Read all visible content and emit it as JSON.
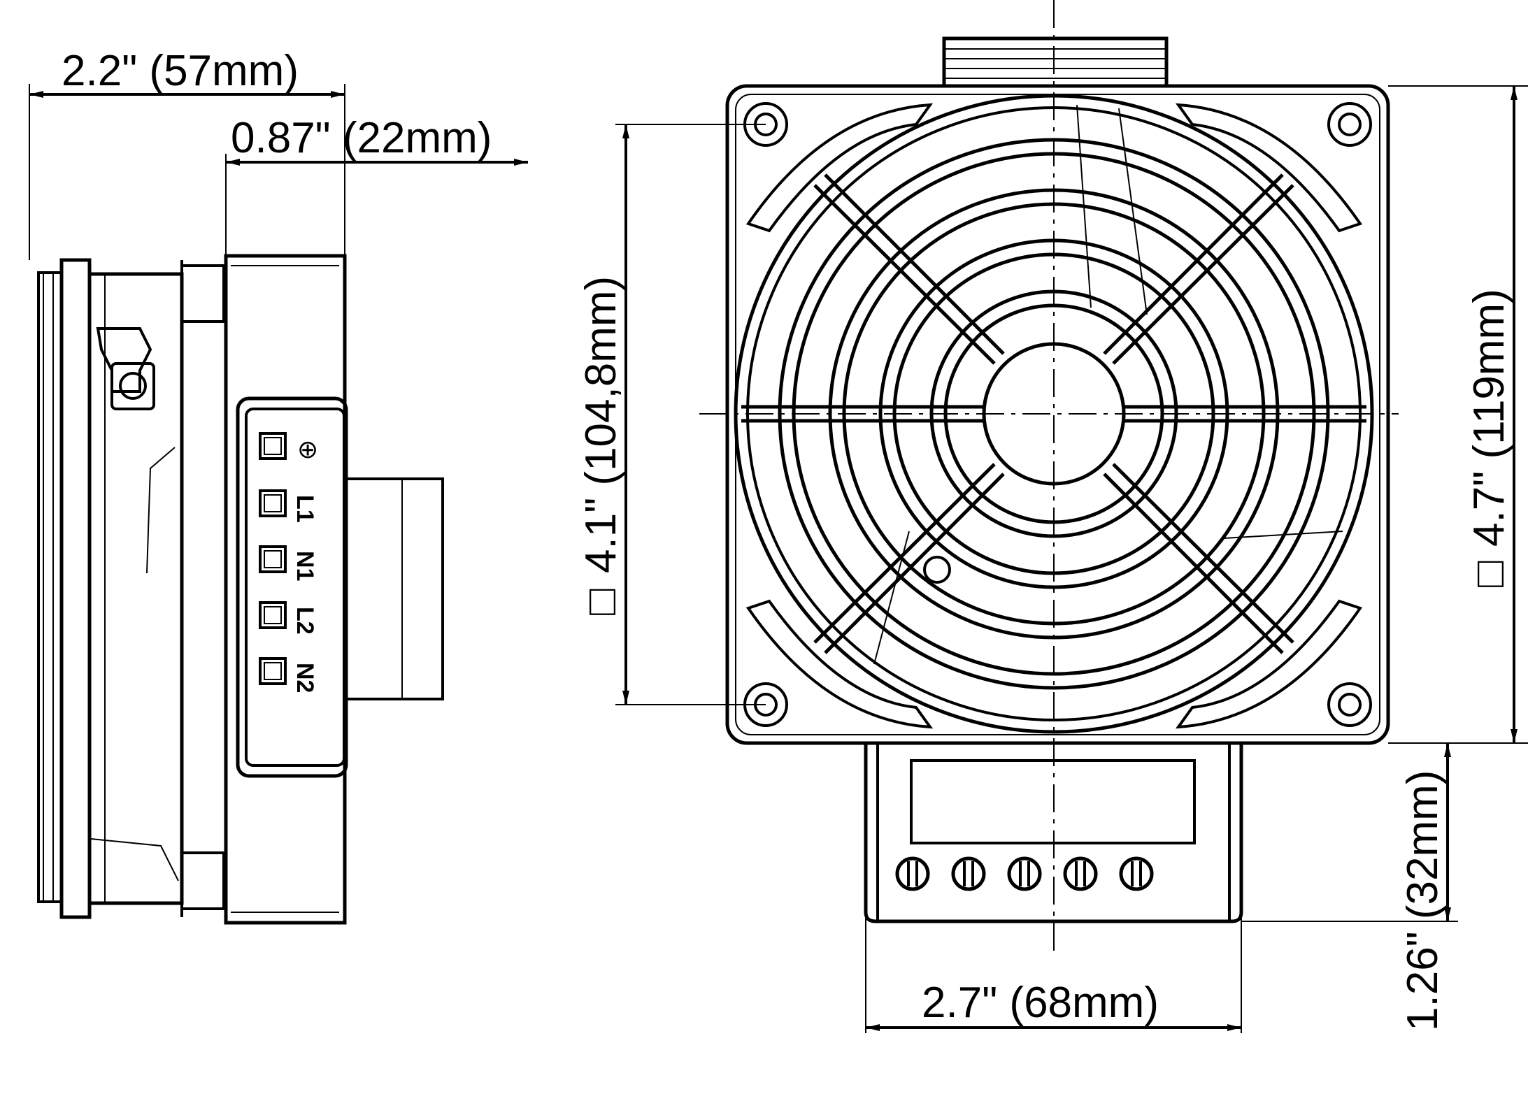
{
  "dimensions": {
    "overall_depth": "2.2\" (57mm)",
    "heater_depth": "0.87\" (22mm)",
    "mounting_hole_spacing": "4.1\" (104,8mm)",
    "housing_size": "4.7\" (119mm)",
    "terminal_height": "1.26\" (32mm)",
    "terminal_width": "2.7\" (68mm)"
  },
  "square_symbol": "□",
  "terminal_block": {
    "labels": [
      "L1",
      "N1",
      "L2",
      "N2"
    ],
    "earth_symbol": "⊕"
  }
}
